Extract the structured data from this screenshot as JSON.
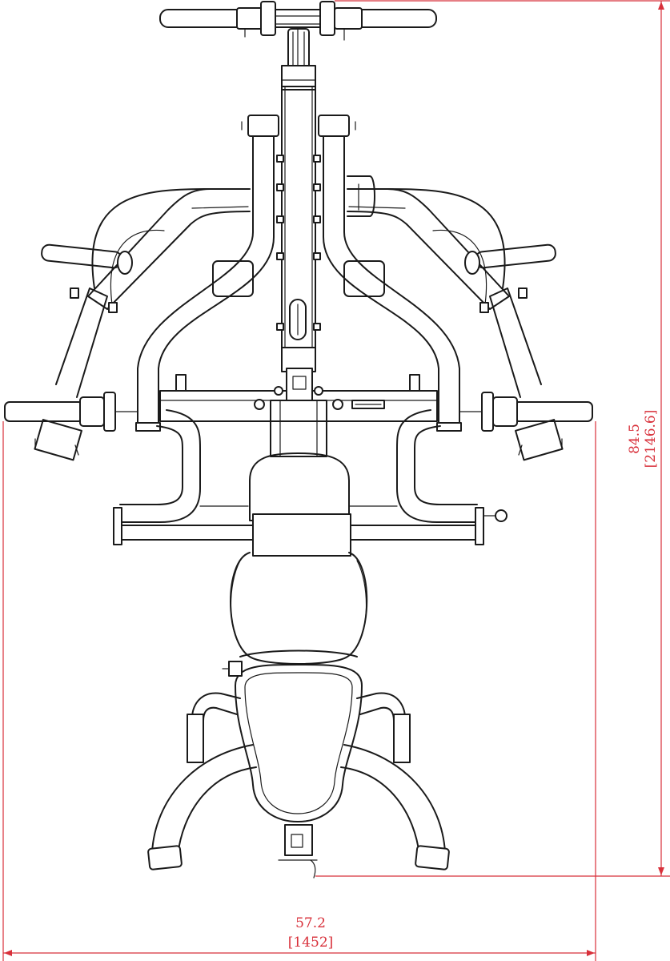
{
  "dimensions": {
    "depth": {
      "inches": "84.5",
      "mm": "[2146.6]"
    },
    "width": {
      "inches": "57.2",
      "mm": "[1452]"
    }
  },
  "colors": {
    "linework": "#1a1a1a",
    "dimension": "#d8303a",
    "background": "#ffffff"
  }
}
